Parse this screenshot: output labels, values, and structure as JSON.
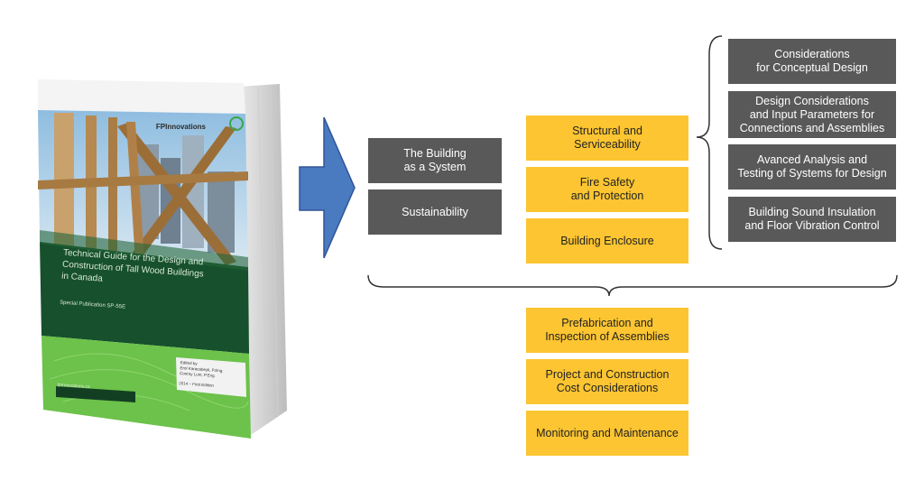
{
  "book": {
    "publisher": "FPInnovations",
    "title": "Technical Guide for the Design and Construction of Tall Wood Buildings in Canada",
    "series": "Special Publication SP-55E",
    "editors": [
      "Edited by",
      "Erol Karacabeyli, P.Eng.",
      "Conroy Lum, P.Eng."
    ],
    "edition": "2014 – First Edition",
    "website": "fpinnovations.ca"
  },
  "colors": {
    "gray_box": "#595959",
    "yellow_box": "#fcc531",
    "arrow": "#4a7ac0",
    "brace": "#333333"
  },
  "left_boxes": [
    "The Building\nas a System",
    "Sustainability"
  ],
  "center_boxes": [
    "Structural and\nServiceability",
    "Fire Safety\nand Protection",
    "Building Enclosure"
  ],
  "right_boxes": [
    "Considerations\nfor Conceptual Design",
    "Design Considerations\nand Input Parameters for\nConnections and Assemblies",
    "Avanced Analysis and\nTesting of Systems for Design",
    "Building Sound Insulation\nand Floor Vibration Control"
  ],
  "bottom_boxes": [
    "Prefabrication and\nInspection of Assemblies",
    "Project and Construction\nCost Considerations",
    "Monitoring and Maintenance"
  ]
}
